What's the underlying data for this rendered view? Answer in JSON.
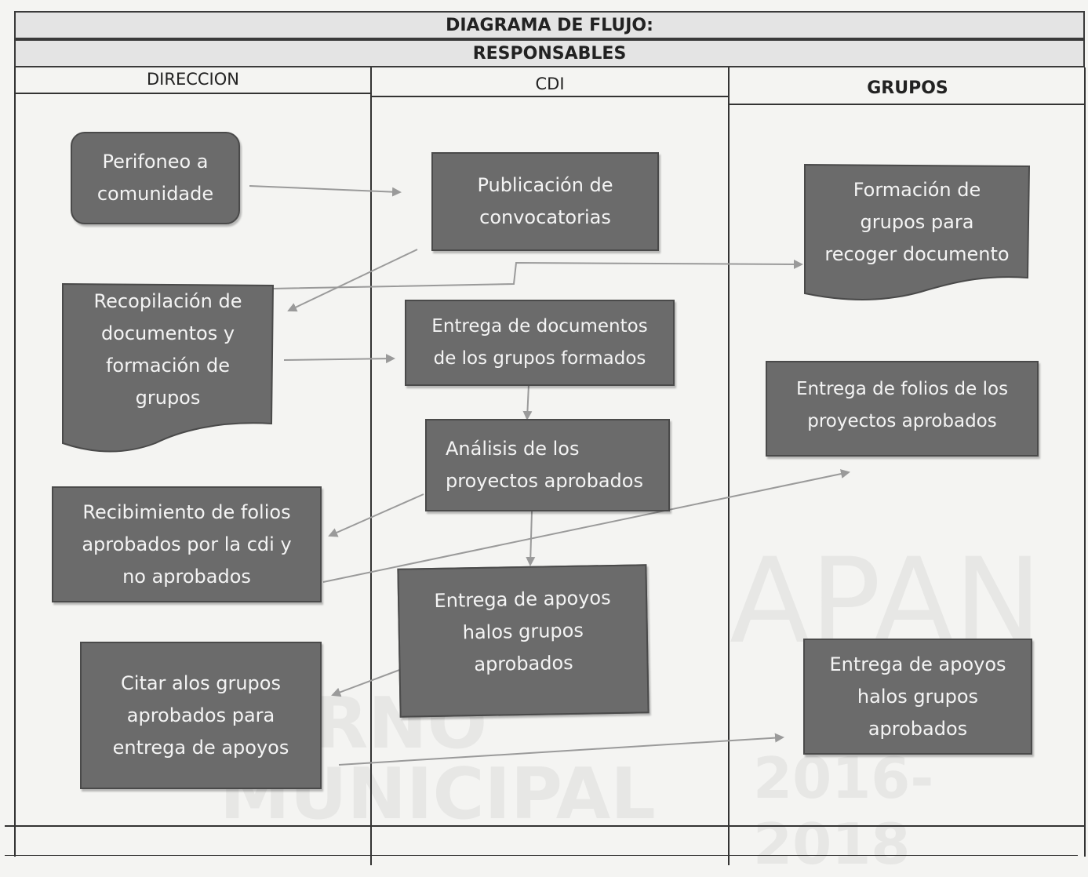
{
  "header": {
    "title": "DIAGRAMA DE FLUJO:",
    "subtitle": "RESPONSABLES"
  },
  "columns": {
    "direccion": "DIRECCION",
    "cdi": "CDI",
    "grupos": "GRUPOS"
  },
  "watermark": {
    "line1": "RNO",
    "line2": "MUNICIPAL",
    "years": "2016-2018",
    "word": "APAN"
  },
  "nodes": {
    "perifoneo": "Perifoneo a\ncomunidade",
    "publicacion": "Publicación de\nconvocatorias",
    "formacion": "Formación de\ngrupos para\nrecoger documento",
    "recopilacion": "Recopilación de\ndocumentos y\nformación  de\ngrupos",
    "entrega_documentos": "Entrega de documentos\nde los grupos formados",
    "entrega_folios": "Entrega de folios de los\nproyectos aprobados",
    "analisis": "Análisis de los\nproyectos aprobados",
    "recibimiento": "Recibimiento de folios\naprobados por la cdi y\nno aprobados",
    "entrega_apoyos_cdi": "Entrega de apoyos\nhalos grupos\naprobados",
    "citar": "Citar alos grupos\naprobados  para\nentrega de apoyos",
    "entrega_apoyos_grupos": "Entrega de apoyos\nhalos grupos\naprobados"
  }
}
